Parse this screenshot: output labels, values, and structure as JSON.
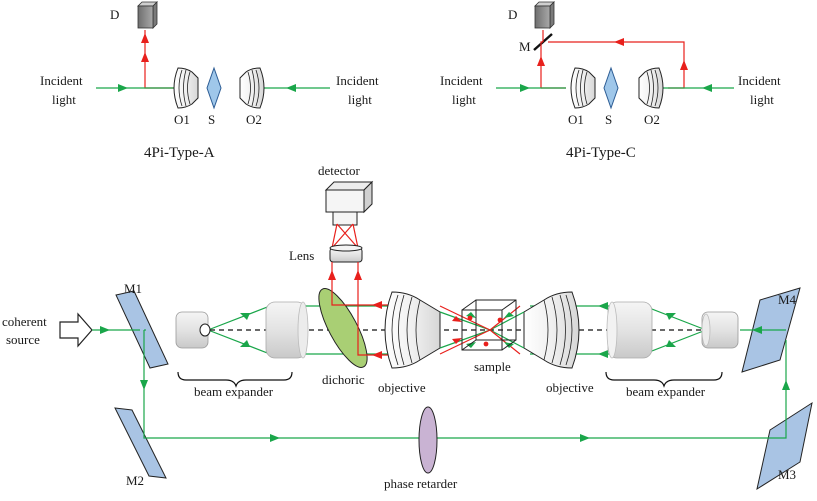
{
  "type_a": {
    "title": "4Pi-Type-A",
    "detector": "D",
    "incident_left": [
      "Incident",
      "light"
    ],
    "incident_right": [
      "Incident",
      "light"
    ],
    "o1": "O1",
    "s": "S",
    "o2": "O2"
  },
  "type_c": {
    "title": "4Pi-Type-C",
    "detector": "D",
    "mirror": "M",
    "incident_left": [
      "Incident",
      "light"
    ],
    "incident_right": [
      "Incident",
      "light"
    ],
    "o1": "O1",
    "s": "S",
    "o2": "O2"
  },
  "setup": {
    "detector": "detector",
    "lens": "Lens",
    "m1": "M1",
    "m2": "M2",
    "m3": "M3",
    "m4": "M4",
    "source": [
      "coherent",
      "source"
    ],
    "beam_expander_left": "beam expander",
    "beam_expander_right": "beam expander",
    "dichroic": "dichoric",
    "objective_left": "objective",
    "objective_right": "objective",
    "sample": "sample",
    "phase_retarder": "phase retarder"
  },
  "colors": {
    "excitation": "#1aa64a",
    "emission": "#e8201c",
    "lens_fill": "#f2f2f2",
    "sample_fill": "#9fc7ea",
    "dichroic_fill": "#a9cf74",
    "retarder_fill": "#c9b3d3",
    "mirror_fill": "#a9c4e4"
  }
}
